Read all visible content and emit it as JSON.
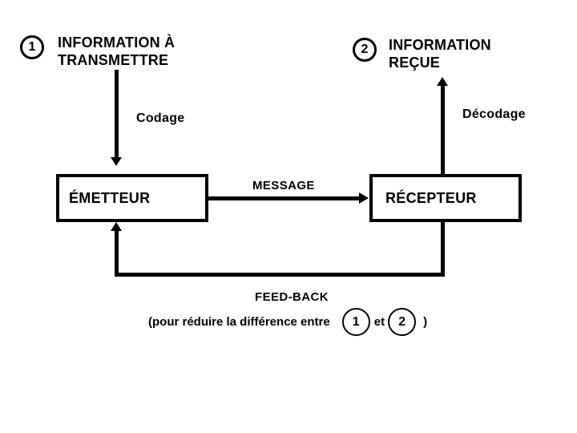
{
  "diagram": {
    "title_semantic": "communication-process-diagram",
    "colors": {
      "background": "#ffffff",
      "ink": "#000000"
    },
    "source": {
      "number": "1",
      "label": "INFORMATION À\nTRANSMETTRE"
    },
    "received": {
      "number": "2",
      "label": "INFORMATION\nREÇUE"
    },
    "encoding_label": "Codage",
    "decoding_label": "Décodage",
    "sender_box_label": "ÉMETTEUR",
    "receiver_box_label": "RÉCEPTEUR",
    "message_label": "MESSAGE",
    "feedback_label": "FEED-BACK",
    "feedback_note": {
      "prefix": "(pour réduire la différence entre",
      "ref1": "1",
      "conjunction": "et",
      "ref2": "2",
      "suffix": ")"
    }
  }
}
